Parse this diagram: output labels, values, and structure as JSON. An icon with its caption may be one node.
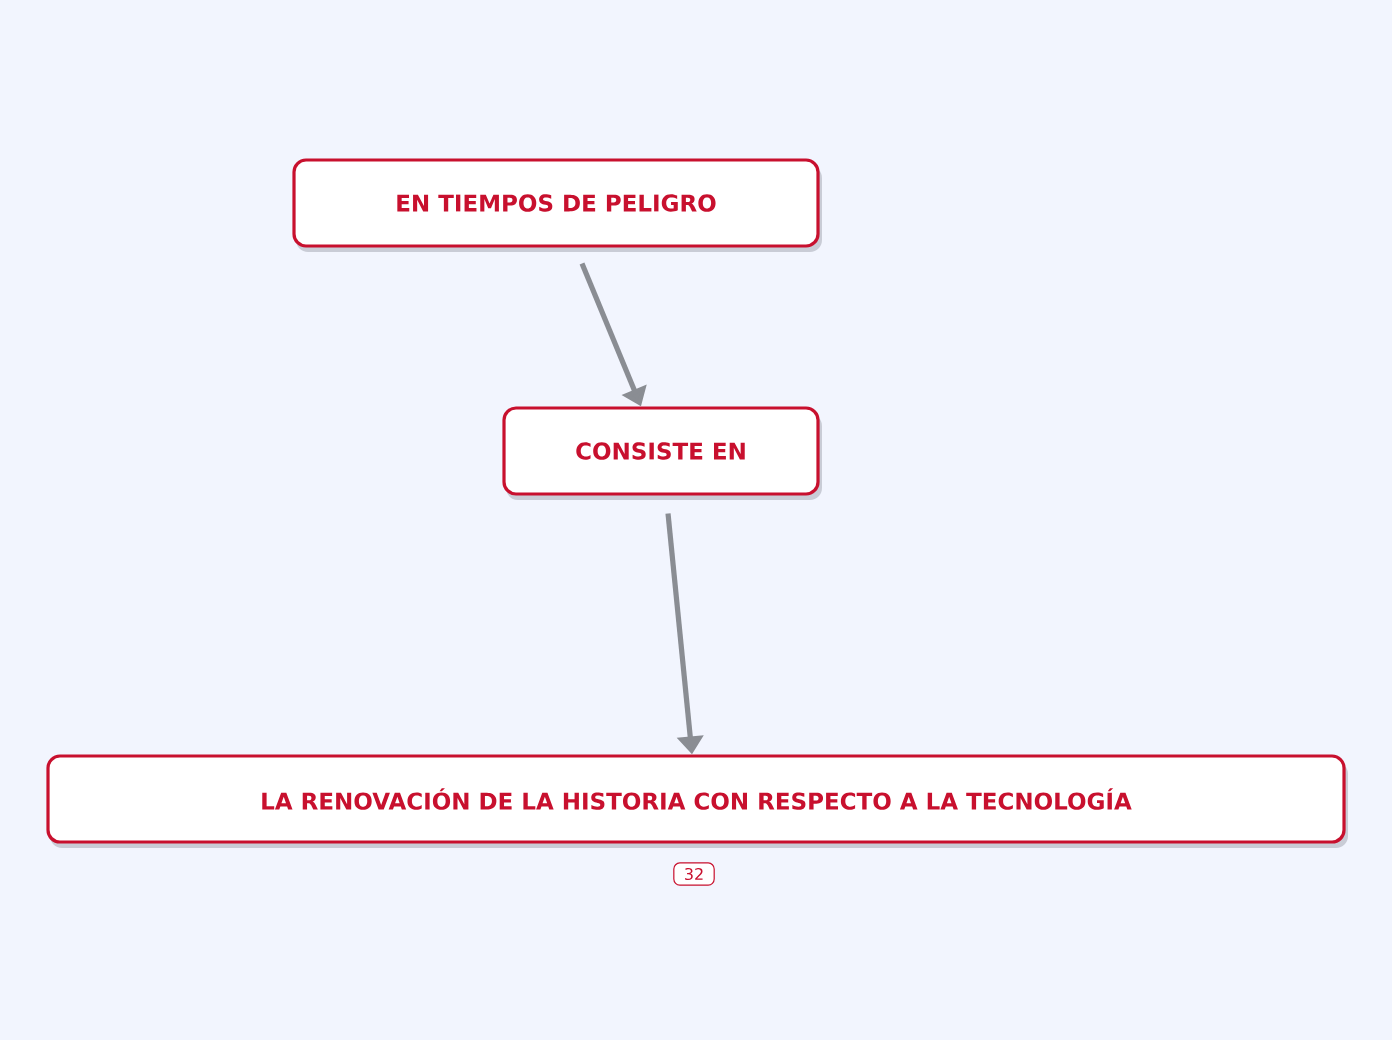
{
  "diagram": {
    "nodes": [
      {
        "text": [
          "EN TIEMPOS DE PELIGRO"
        ]
      },
      {
        "text": [
          "CONSISTE EN"
        ]
      },
      {
        "text": [
          "LA RENOVACIÓN DE LA HISTORIA CON RESPECTO A LA TECNOLOGÍA"
        ],
        "beside": [
          "32"
        ]
      }
    ],
    "edges": [
      {
        "from": 0,
        "to": 1,
        "arrow": "to"
      },
      {
        "from": 1,
        "to": 2,
        "arrow": "to"
      }
    ]
  }
}
